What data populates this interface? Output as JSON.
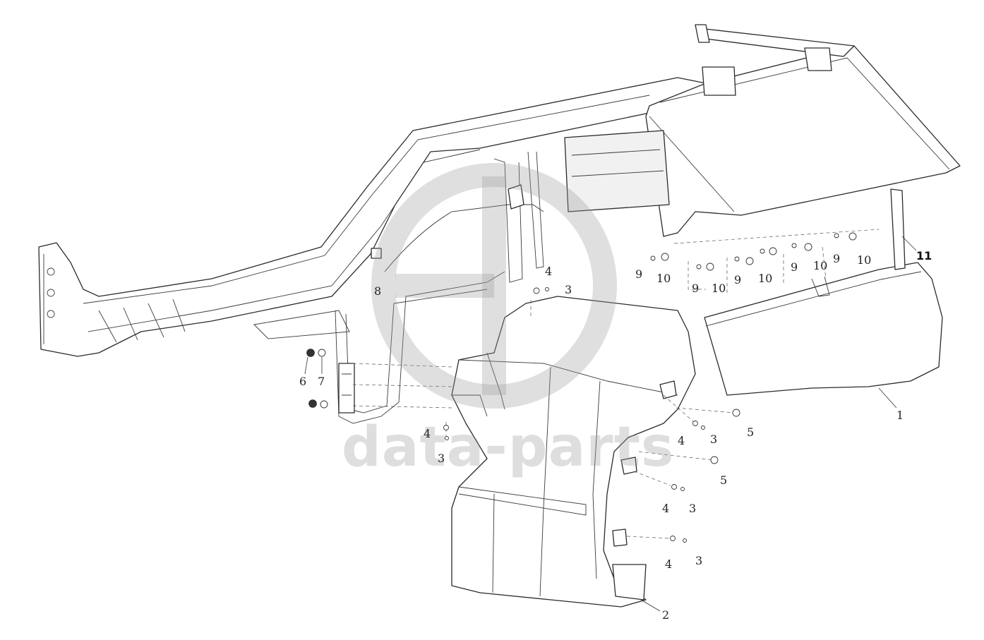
{
  "diagram": {
    "callouts": {
      "c1": "1",
      "c2": "2",
      "c3a": "3",
      "c3b": "3",
      "c3c": "3",
      "c3d": "3",
      "c3e": "3",
      "c4a": "4",
      "c4b": "4",
      "c4c": "4",
      "c4d": "4",
      "c4e": "4",
      "c5a": "5",
      "c5b": "5",
      "c6": "6",
      "c7": "7",
      "c8": "8",
      "c9a": "9",
      "c9b": "9",
      "c9c": "9",
      "c9d": "9",
      "c9e": "9",
      "c10a": "10",
      "c10b": "10",
      "c10c": "10",
      "c10d": "10",
      "c10e": "10",
      "c11": "11"
    }
  },
  "watermark": {
    "text": "data-parts",
    "logo": "dp-logo-watermark"
  },
  "colors": {
    "line": "#2b2b2b",
    "watermark": "#9a9a9a",
    "background": "#ffffff"
  }
}
